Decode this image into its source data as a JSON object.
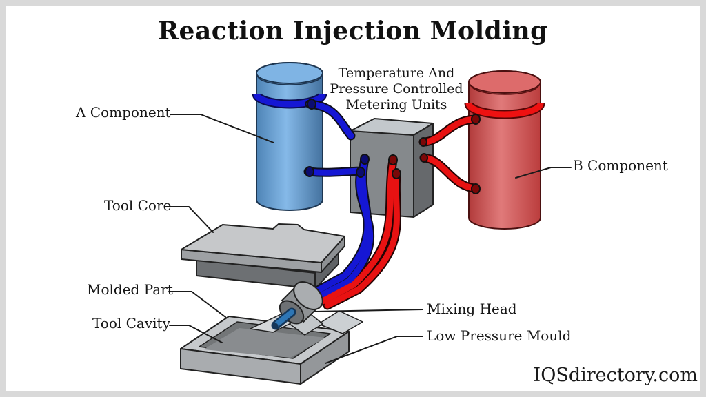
{
  "title": "Reaction Injection Molding",
  "watermark": "IQSdirectory.com",
  "diagram": {
    "labels": {
      "metering_units": "Temperature And Pressure Controlled Metering Units",
      "a_component": "A Component",
      "b_component": "B Component",
      "tool_core": "Tool Core",
      "molded_part": "Molded Part",
      "tool_cavity": "Tool Cavity",
      "mixing_head": "Mixing Head",
      "low_pressure_mould": "Low Pressure Mould"
    },
    "colors": {
      "a_component_blue": "#1517d4",
      "a_tank_ring_blue": "#1517d4",
      "b_component_red": "#e81212",
      "b_tank_ring_red": "#ee1111",
      "machine_gray": "#8a8d90",
      "nozzle_blue": "#2e76b5",
      "leader_line": "#1a1a1a",
      "frame_border": "#d9d9d9"
    }
  }
}
